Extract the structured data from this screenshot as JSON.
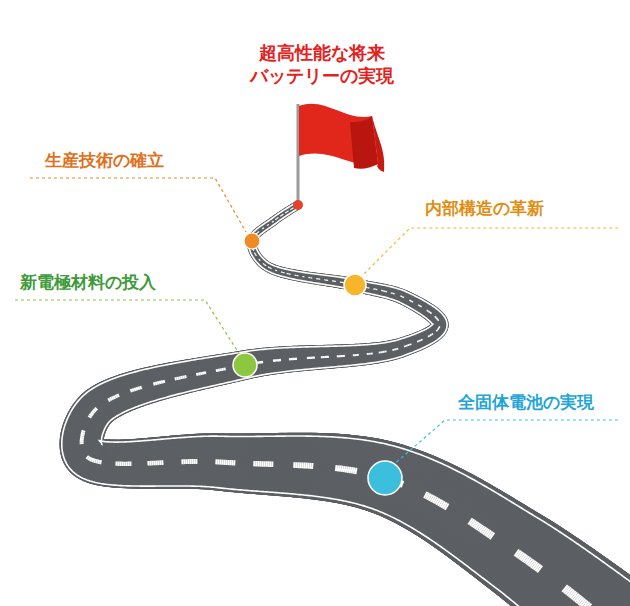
{
  "diagram": {
    "title": "超高性能な将来 バッテリーの実現",
    "labels": [
      "生産技術の確立",
      "内部構造の革新",
      "新電極材料の投入",
      "全固体電池の実現"
    ]
  }
}
